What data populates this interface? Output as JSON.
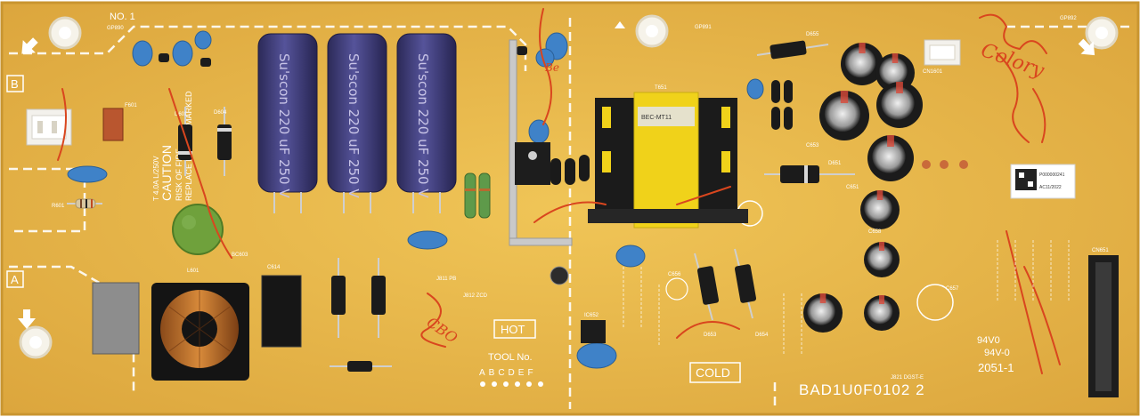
{
  "board": {
    "no_label": "NO. 1",
    "connector_b": "B",
    "connector_a": "A",
    "caution": {
      "title": "CAUTION",
      "line1": "RISK OF FIRE -",
      "line2": "REPLACE FUSE AS MARKED",
      "fuse_rating": "T 4.0A L/250V"
    },
    "capacitor_text": [
      "Su'scon",
      "220 uF",
      "250 V"
    ],
    "hot_label": "HOT",
    "cold_label": "COLD",
    "tool_label": "TOOL No.",
    "tool_letters": "ABCDEF",
    "part_number": "BAD1U0F0102  2",
    "ul_mark": "94V0",
    "fr_mark": "94V-0",
    "date_code": "2051-1",
    "qr_sticker": "P000000241",
    "qr_sticker2": "AC11/2022",
    "refs": {
      "gp_left": "GP890",
      "gp_mid": "GP891",
      "gp_right": "GP892",
      "f601": "F601",
      "d601": "D601",
      "d604": "D604",
      "c601": "C601",
      "r601": "R601",
      "l601": "L601",
      "bc603": "BC603",
      "c614": "C614",
      "d655": "D655",
      "t651": "T651",
      "d651": "D651",
      "c651": "C651",
      "c653": "C653",
      "c656": "C656",
      "c657": "C657",
      "c658": "C658",
      "cn651": "CN651",
      "cn1601": "CN1601",
      "ic652": "IC652",
      "d653": "D653",
      "d654": "D654",
      "j811": "J811  PB",
      "j812": "J812  ZCD",
      "j821": "J821  DGST-E"
    },
    "handwriting": {
      "top_right": "Colory",
      "middle": "CBO",
      "mid_note": "Be"
    }
  },
  "colors": {
    "pcb": "#e8b94a",
    "pcb_dark": "#d9a63a",
    "silkscreen": "#ffffff",
    "cap_body": "#3c3a6e",
    "blue_cap": "#3f82c8",
    "transformer_yellow": "#f0d21a",
    "marker_red": "#d9461e"
  }
}
